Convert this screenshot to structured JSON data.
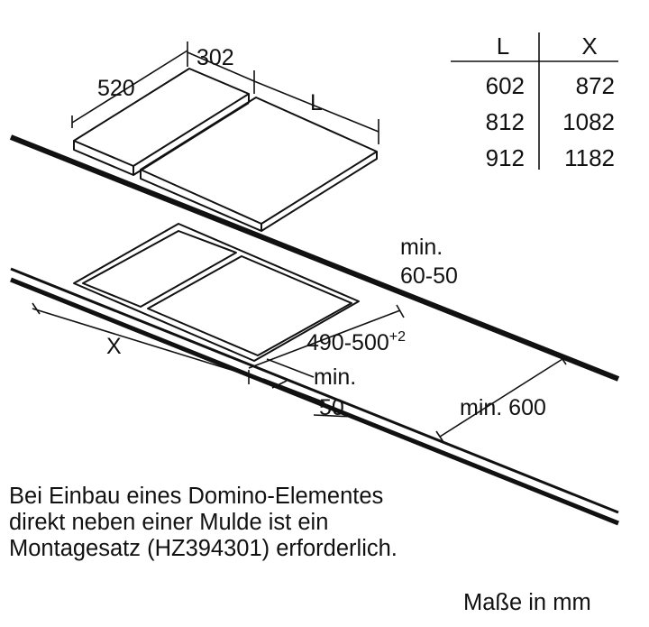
{
  "dimensions": {
    "depth": "520",
    "width_small": "302",
    "length_L": "L",
    "cutout_X": "X",
    "cutout_depth": "490-500",
    "cutout_depth_tolerance": "+2",
    "min_front_a": "min.",
    "min_front_b": "50",
    "min_back_a": "min.",
    "min_back_b": "60-50",
    "min_side": "min. 600"
  },
  "size_table": {
    "headers": [
      "L",
      "X"
    ],
    "rows": [
      [
        "602",
        "872"
      ],
      [
        "812",
        "1082"
      ],
      [
        "912",
        "1182"
      ]
    ]
  },
  "note": {
    "lines": [
      "Bei Einbau eines Domino-Elementes",
      "direkt neben einer Mulde ist ein",
      "Montagesatz (HZ394301) erforderlich."
    ]
  },
  "units_label": "Maße in mm"
}
